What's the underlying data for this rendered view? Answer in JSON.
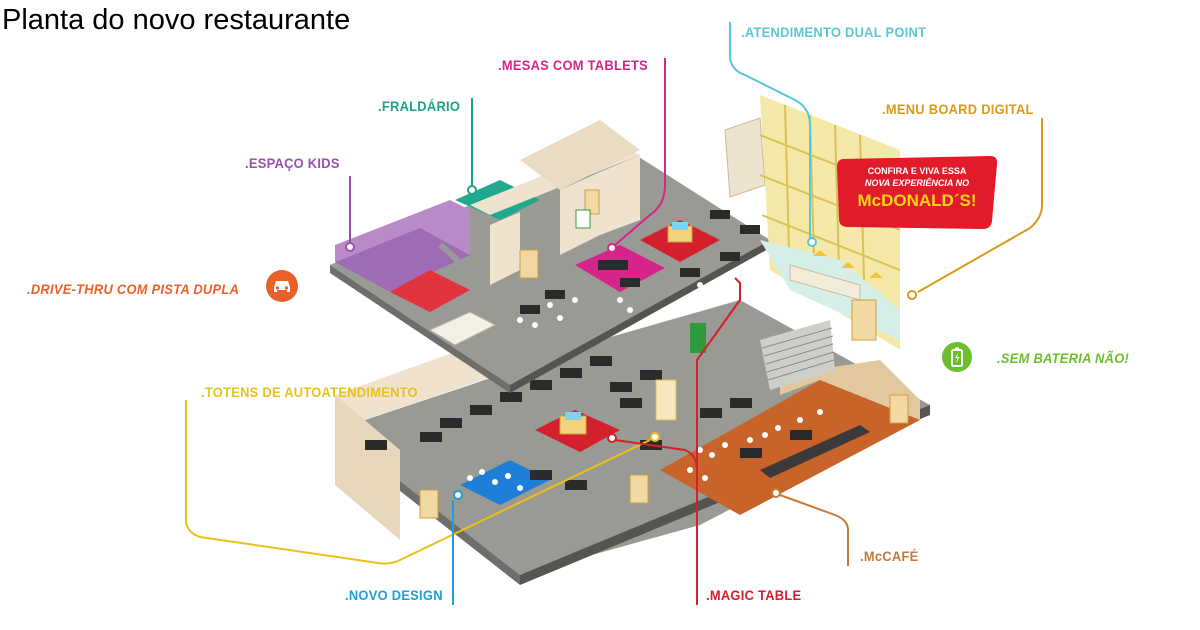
{
  "title": "Planta do novo restaurante",
  "labels": {
    "atendimento_dual_point": ".ATENDIMENTO DUAL POINT",
    "mesas_com_tablets": ".MESAS COM TABLETS",
    "fraldario": ".FRALDÁRIO",
    "menu_board_digital": ".MENU BOARD DIGITAL",
    "espaco_kids": ".ESPAÇO KIDS",
    "drive_thru": ".DRIVE-THRU  COM PISTA DUPLA",
    "sem_bateria": ".SEM BATERIA NÃO!",
    "totens": ".TOTENS DE AUTOATENDIMENTO",
    "mccafe": ".McCAFÉ",
    "novo_design": ".NOVO DESIGN",
    "magic_table": ".MAGIC TABLE"
  },
  "promo": {
    "line1": "CONFIRA E VIVA ESSA",
    "line2": "NOVA EXPERIÊNCIA NO",
    "line3": "McDONALD´S!"
  },
  "colors": {
    "cyan": "#5cc6d6",
    "magenta": "#d6248a",
    "teal": "#1aa388",
    "gold": "#d99a1c",
    "purple": "#9b4fb0",
    "orange": "#e8612a",
    "green": "#6cbf2a",
    "yellow": "#e8c21a",
    "brown": "#c47a3c",
    "blue": "#1e9fd8",
    "red": "#d3202c"
  },
  "icons": [
    "car-icon",
    "battery-icon",
    "recycle-icon"
  ]
}
